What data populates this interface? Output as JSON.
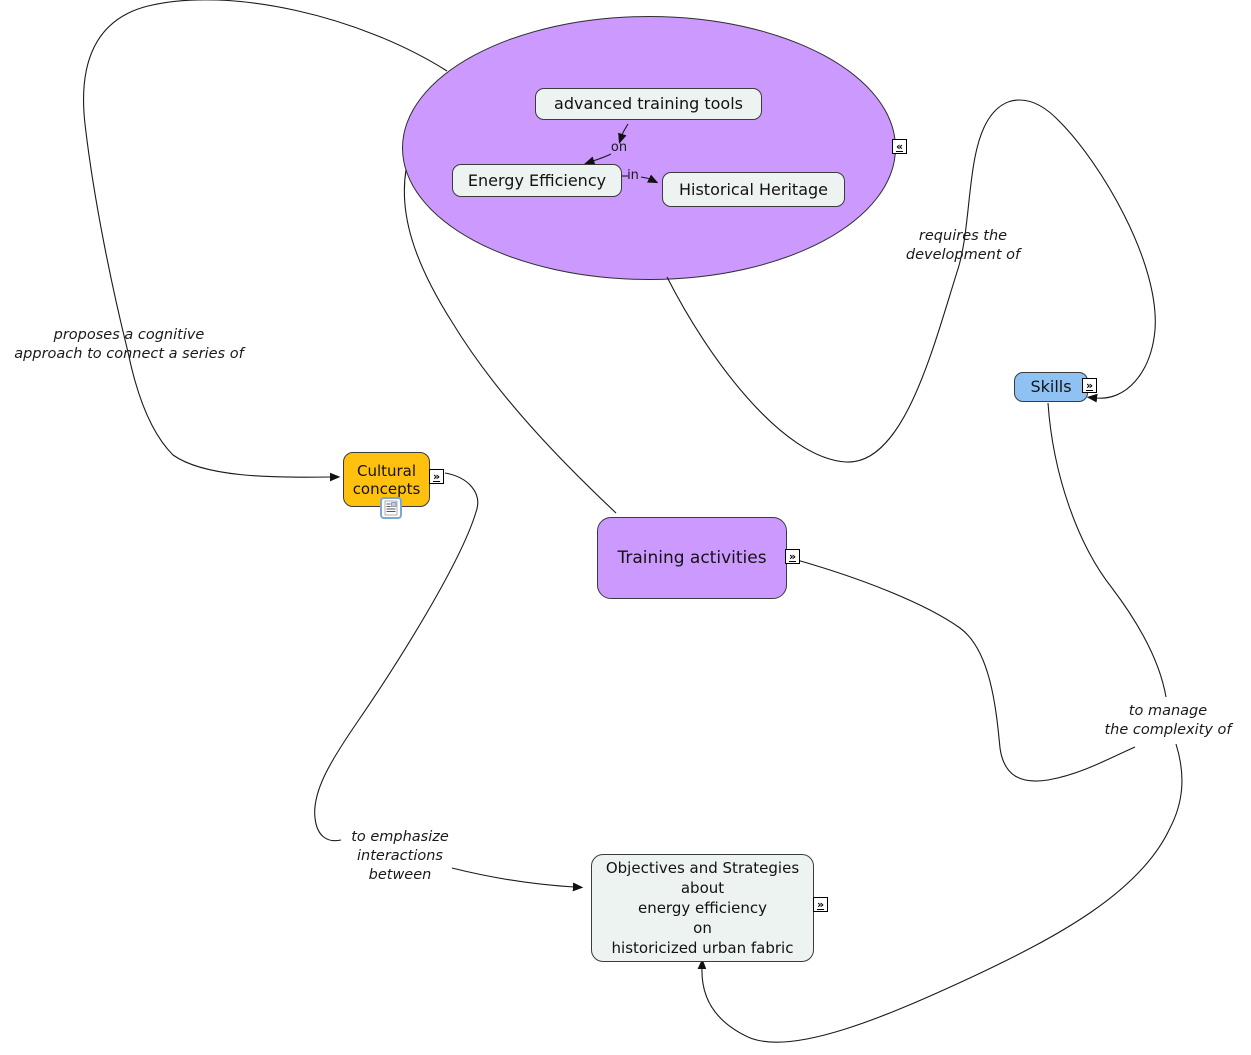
{
  "colors": {
    "cluster_fill": "#CC99FF",
    "concept_purple": "#CC99FF",
    "concept_orange": "#FFC10D",
    "concept_blue": "#8FC2F2",
    "concept_neutral": "#EDF3F0",
    "line": "#1a1a1a",
    "canvas": "#FFFFFF"
  },
  "icons": {
    "collapse": "«",
    "expand": "»",
    "resource": "document-with-image-icon"
  },
  "cluster": {
    "concepts": {
      "advanced_training_tools": "advanced training tools",
      "energy_efficiency": "Energy Efficiency",
      "historical_heritage": "Historical Heritage"
    },
    "links": {
      "on": "on",
      "in": "in"
    }
  },
  "concepts": {
    "training_activities": "Training activities",
    "skills": "Skills",
    "cultural_concepts": {
      "lines": [
        "Cultural",
        "concepts"
      ]
    },
    "objectives": {
      "lines": [
        "Objectives and Strategies",
        "about",
        "energy efficiency",
        "on",
        "historicized urban fabric"
      ]
    }
  },
  "linking_phrases": {
    "proposes": {
      "lines": [
        "proposes a cognitive",
        "approach to connect a series of"
      ]
    },
    "requires": {
      "lines": [
        "requires the",
        "development of"
      ]
    },
    "to_manage": {
      "lines": [
        "to manage",
        "the complexity of"
      ]
    },
    "to_emphasize": {
      "lines": [
        "to emphasize",
        "interactions",
        "between"
      ]
    }
  }
}
